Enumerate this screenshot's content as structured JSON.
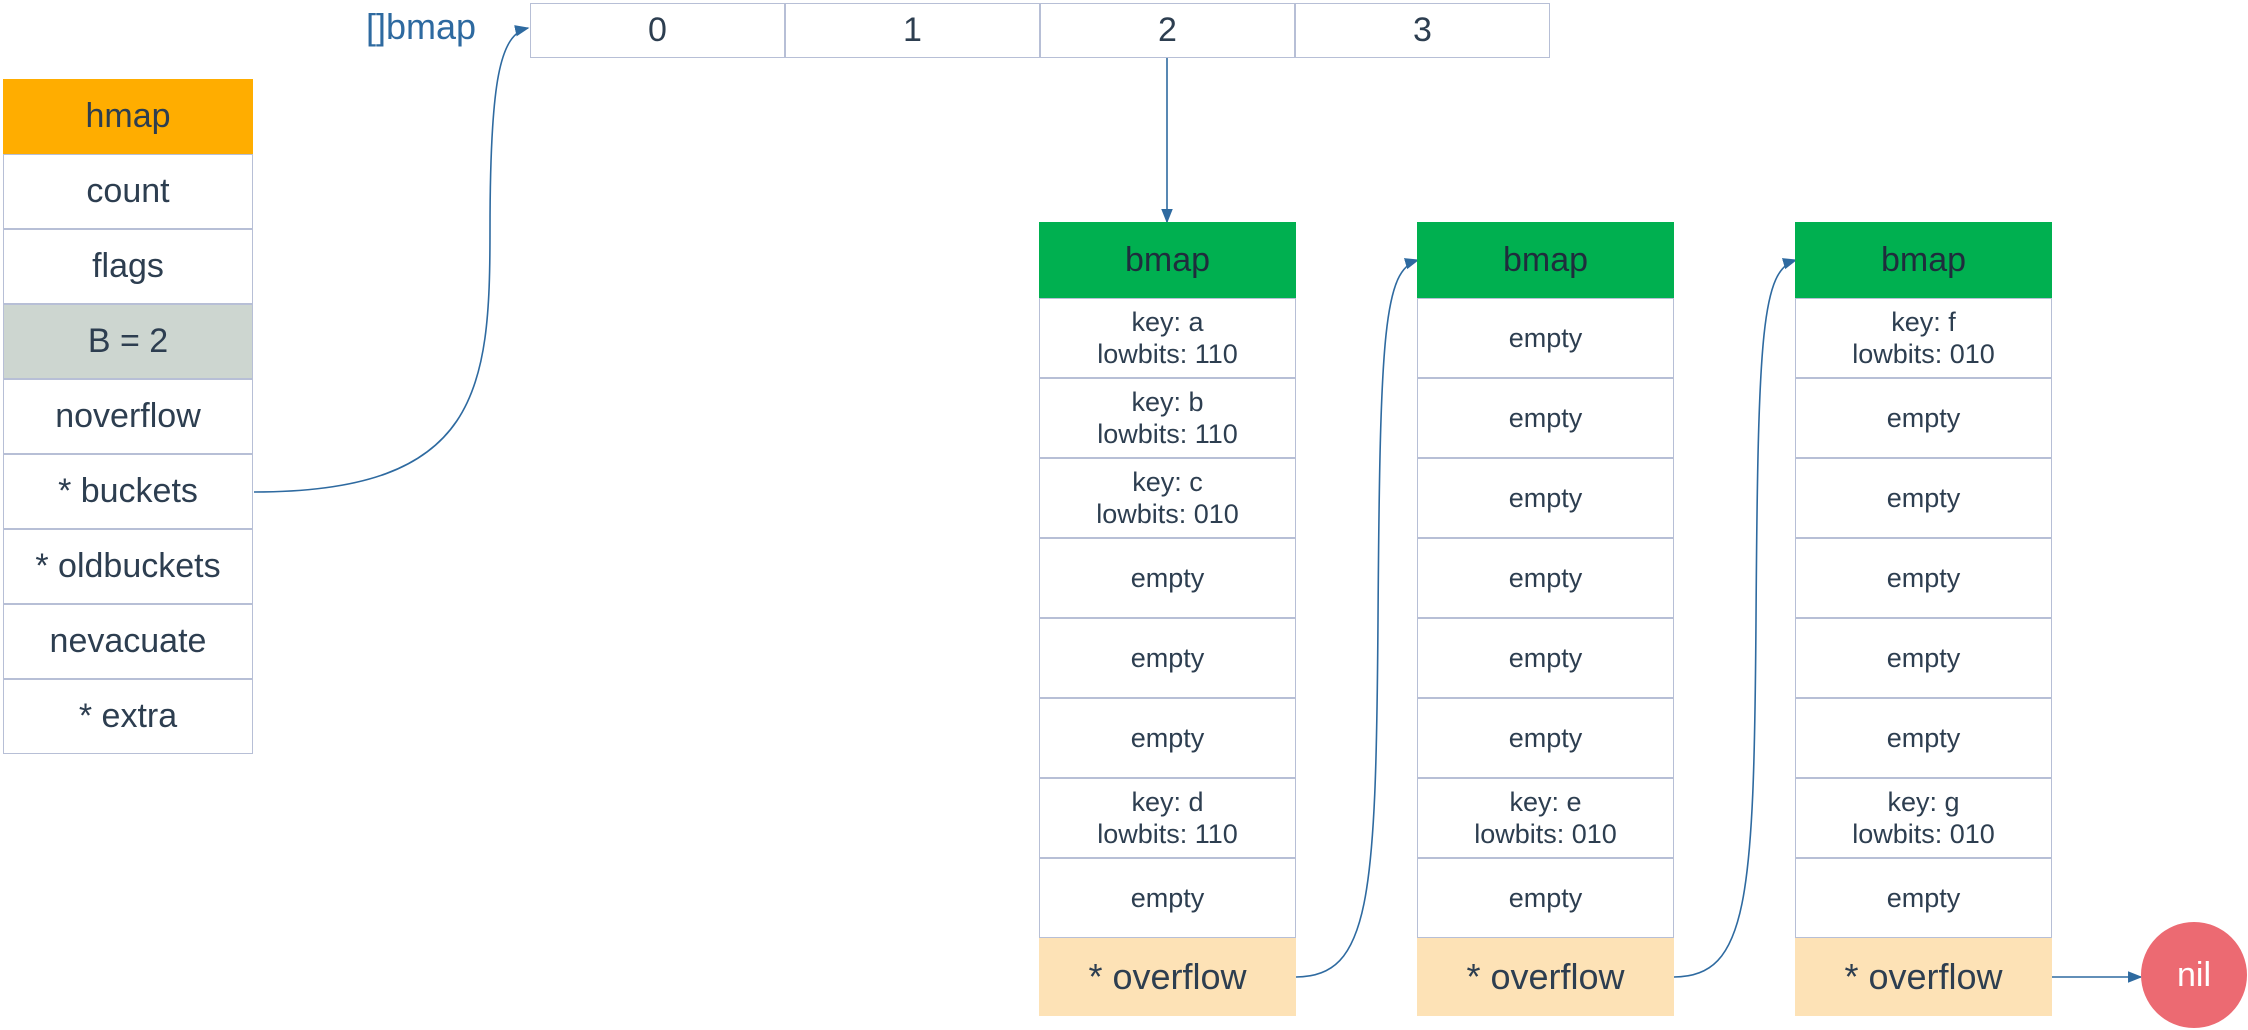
{
  "hmap": {
    "fields": [
      "hmap",
      "count",
      "flags",
      "B = 2",
      "noverflow",
      "* buckets",
      "* oldbuckets",
      "nevacuate",
      "* extra"
    ]
  },
  "bucket_array": {
    "label": "[]bmap",
    "indices": [
      "0",
      "1",
      "2",
      "3"
    ]
  },
  "buckets": [
    {
      "header": "bmap",
      "slots": [
        [
          "key: a",
          "lowbits: 110"
        ],
        [
          "key: b",
          "lowbits: 110"
        ],
        [
          "key: c",
          "lowbits: 010"
        ],
        [
          "empty"
        ],
        [
          "empty"
        ],
        [
          "empty"
        ],
        [
          "key: d",
          "lowbits: 110"
        ],
        [
          "empty"
        ]
      ],
      "overflow": "* overflow"
    },
    {
      "header": "bmap",
      "slots": [
        [
          "empty"
        ],
        [
          "empty"
        ],
        [
          "empty"
        ],
        [
          "empty"
        ],
        [
          "empty"
        ],
        [
          "empty"
        ],
        [
          "key: e",
          "lowbits: 010"
        ],
        [
          "empty"
        ]
      ],
      "overflow": "* overflow"
    },
    {
      "header": "bmap",
      "slots": [
        [
          "key: f",
          "lowbits: 010"
        ],
        [
          "empty"
        ],
        [
          "empty"
        ],
        [
          "empty"
        ],
        [
          "empty"
        ],
        [
          "empty"
        ],
        [
          "key: g",
          "lowbits: 010"
        ],
        [
          "empty"
        ]
      ],
      "overflow": "* overflow"
    }
  ],
  "nil_label": "nil",
  "colors": {
    "hmap_header": "#ffad00",
    "b_field": "#cdd6d0",
    "bmap_header": "#00b050",
    "overflow": "#fde2b6",
    "nil": "#ec6a72",
    "arrow": "#2e6aa0",
    "border": "#b7bfd6"
  }
}
